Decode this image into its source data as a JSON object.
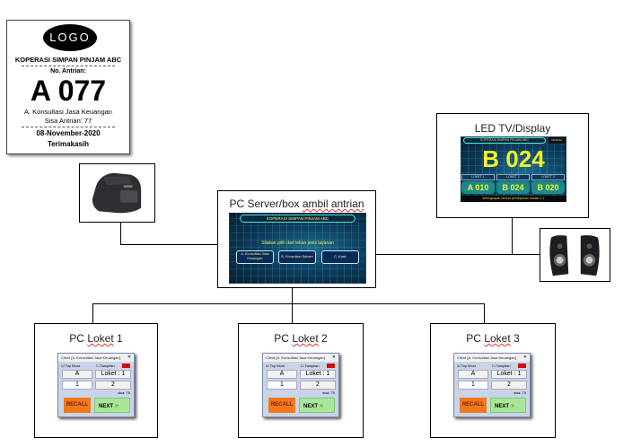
{
  "ticket": {
    "logo": "LOGO",
    "org": "KOPERASI SIMPAN PINJAM ABC",
    "number_label": "No. Antrian:",
    "number": "A 077",
    "service": "A. Konsultasi Jasa Keuangan",
    "remaining": "Sisa Antrian: 77",
    "date": "08-November-2020",
    "thanks": "Terimakasih"
  },
  "printer": {
    "icon": "printer-icon"
  },
  "speakers": {
    "icon": "speakers-icon"
  },
  "server": {
    "title_prefix": "PC Server/box ",
    "title_underlined": "ambil antrian",
    "screen_header": "KOPERASI SIMPAN PINJAM ABC",
    "prompt": "Silakan pilih dan tekan jenis layanan",
    "services": [
      "A. Konsultasi Jasa Keuangan",
      "B. Konsultasi Saham",
      "C. Kasir"
    ]
  },
  "display": {
    "title": "LED TV/Display",
    "header": "KOPERASI SIMPAN PINJAM ABC",
    "clock": "00:00:00",
    "current": "B 024",
    "counters": [
      {
        "label": "LOKET 1",
        "value": "A 010"
      },
      {
        "label": "LOKET 2",
        "value": "B 024"
      },
      {
        "label": "LOKET 3",
        "value": "B 020"
      }
    ],
    "ticker": "kelengkapan berkas peminjaman adalah 1   2"
  },
  "lokets": [
    {
      "prefix": "PC ",
      "name": "Loket",
      "num": " 1"
    },
    {
      "prefix": "PC ",
      "name": "Loket",
      "num": " 2"
    },
    {
      "prefix": "PC ",
      "name": "Loket",
      "num": " 3"
    }
  ],
  "client": {
    "window_title": "Client [A. Konsultasi Jasa Keuangan]",
    "close": "✕",
    "topmost": "Top Most",
    "tampilan": "Tampilan",
    "code": "A",
    "loket": "Loket : 1",
    "input": "1",
    "called": "2",
    "sisa": "sisa: 75",
    "recall": "RECALL",
    "next": "NEXT",
    "next_arrows": "»"
  }
}
